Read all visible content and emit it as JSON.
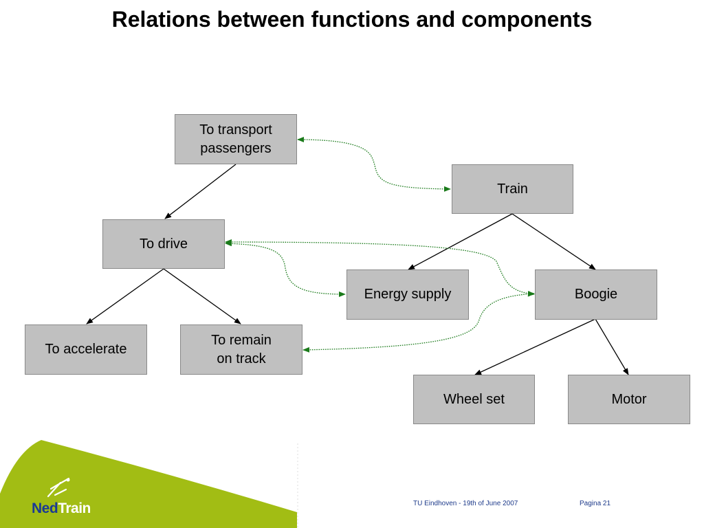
{
  "title": "Relations between functions and components",
  "nodes": {
    "transport": "To transport\npassengers",
    "train": "Train",
    "drive": "To drive",
    "energy": "Energy supply",
    "boogie": "Boogie",
    "accelerate": "To accelerate",
    "remain": "To remain\non track",
    "wheelset": "Wheel set",
    "motor": "Motor"
  },
  "footer": {
    "event": "TU Eindhoven - 19th of June 2007",
    "page": "Pagina 21"
  },
  "logo": {
    "part1": "Ned",
    "part2": "Train"
  },
  "colors": {
    "box_fill": "#c0c0c0",
    "box_border": "#888888",
    "relation_line": "#1a7a1a",
    "hierarchy_line": "#000000",
    "brand_green": "#a2bd14",
    "brand_blue": "#1a3a94"
  }
}
